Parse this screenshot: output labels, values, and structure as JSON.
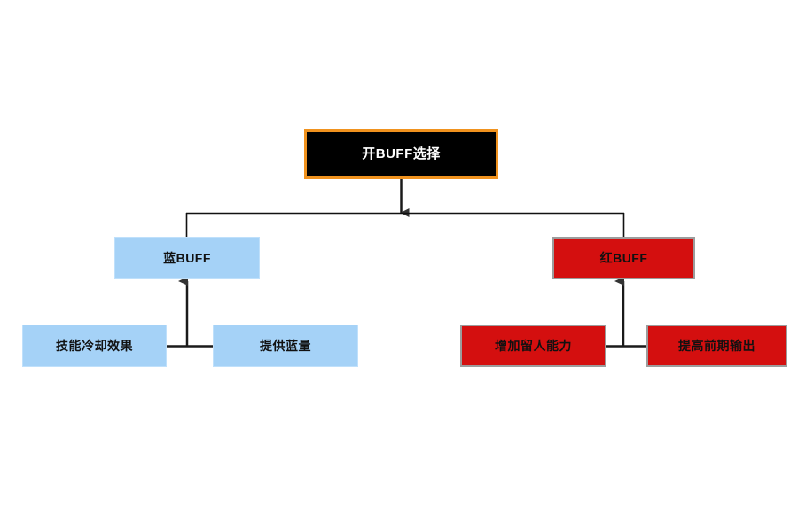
{
  "diagram": {
    "type": "flowchart",
    "orientation": "top-down",
    "title_node": {
      "id": "root",
      "label": "开BUFF选择",
      "fill": "#000000",
      "border": "#f0921e",
      "text_color": "#ffffff"
    },
    "branches": [
      {
        "id": "blue-buff",
        "label": "蓝BUFF",
        "fill": "#a5d2f7",
        "border": "#bfe0fb",
        "text_color": "#111111",
        "children": [
          {
            "id": "blue-child-1",
            "label": "技能冷却效果",
            "fill": "#a5d2f7"
          },
          {
            "id": "blue-child-2",
            "label": "提供蓝量",
            "fill": "#a5d2f7"
          }
        ]
      },
      {
        "id": "red-buff",
        "label": "红BUFF",
        "fill": "#d40f0f",
        "border": "#9c9c9c",
        "text_color": "#111111",
        "children": [
          {
            "id": "red-child-1",
            "label": "增加留人能力",
            "fill": "#d40f0f"
          },
          {
            "id": "red-child-2",
            "label": "提高前期输出",
            "fill": "#d40f0f"
          }
        ]
      }
    ],
    "connectors": {
      "line_color": "#1a1a1a",
      "arrow_color": "#333333",
      "root_to_split": "arrow-down",
      "children_to_parent": "arrow-up"
    },
    "background": "#ffffff"
  }
}
